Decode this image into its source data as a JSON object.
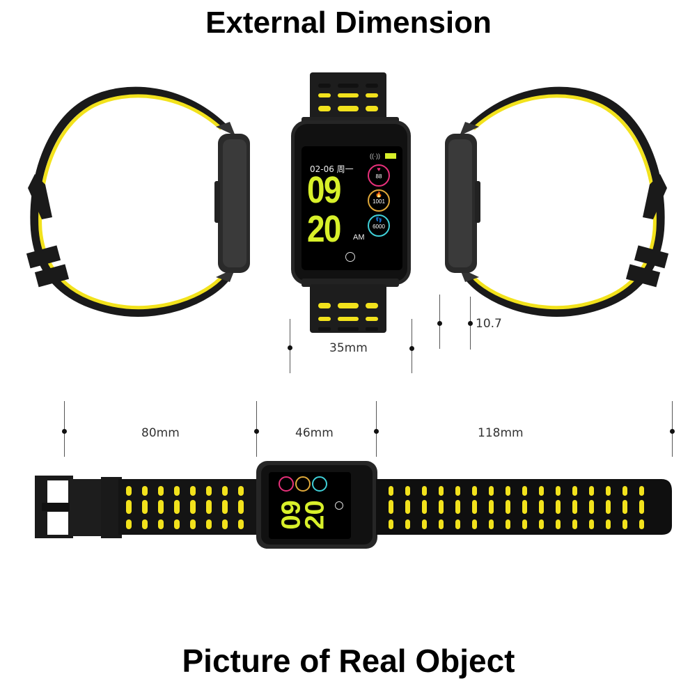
{
  "titles": {
    "top": "External Dimension",
    "bottom": "Picture of Real Object"
  },
  "dimensions": {
    "screen_width": "35mm",
    "thickness": "10.7",
    "strap_buckle_side": "80mm",
    "body_length": "46mm",
    "strap_long_side": "118mm"
  },
  "watch_face": {
    "date": "02-06 周一",
    "hour": "09",
    "minute": "20",
    "ampm": "AM",
    "heart_rate": "88",
    "calories": "1001",
    "steps": "6000",
    "icons": [
      "signal-icon",
      "battery-icon",
      "heart-icon",
      "flame-icon",
      "footsteps-icon",
      "home-button-icon"
    ]
  },
  "colors": {
    "strap_accent": "#f2e21c",
    "strap_body": "#1a1a1a",
    "time_digits": "#d8f02a",
    "heart_ring": "#e8307a",
    "calorie_ring": "#e0a93a",
    "steps_ring": "#3fd0d8"
  }
}
